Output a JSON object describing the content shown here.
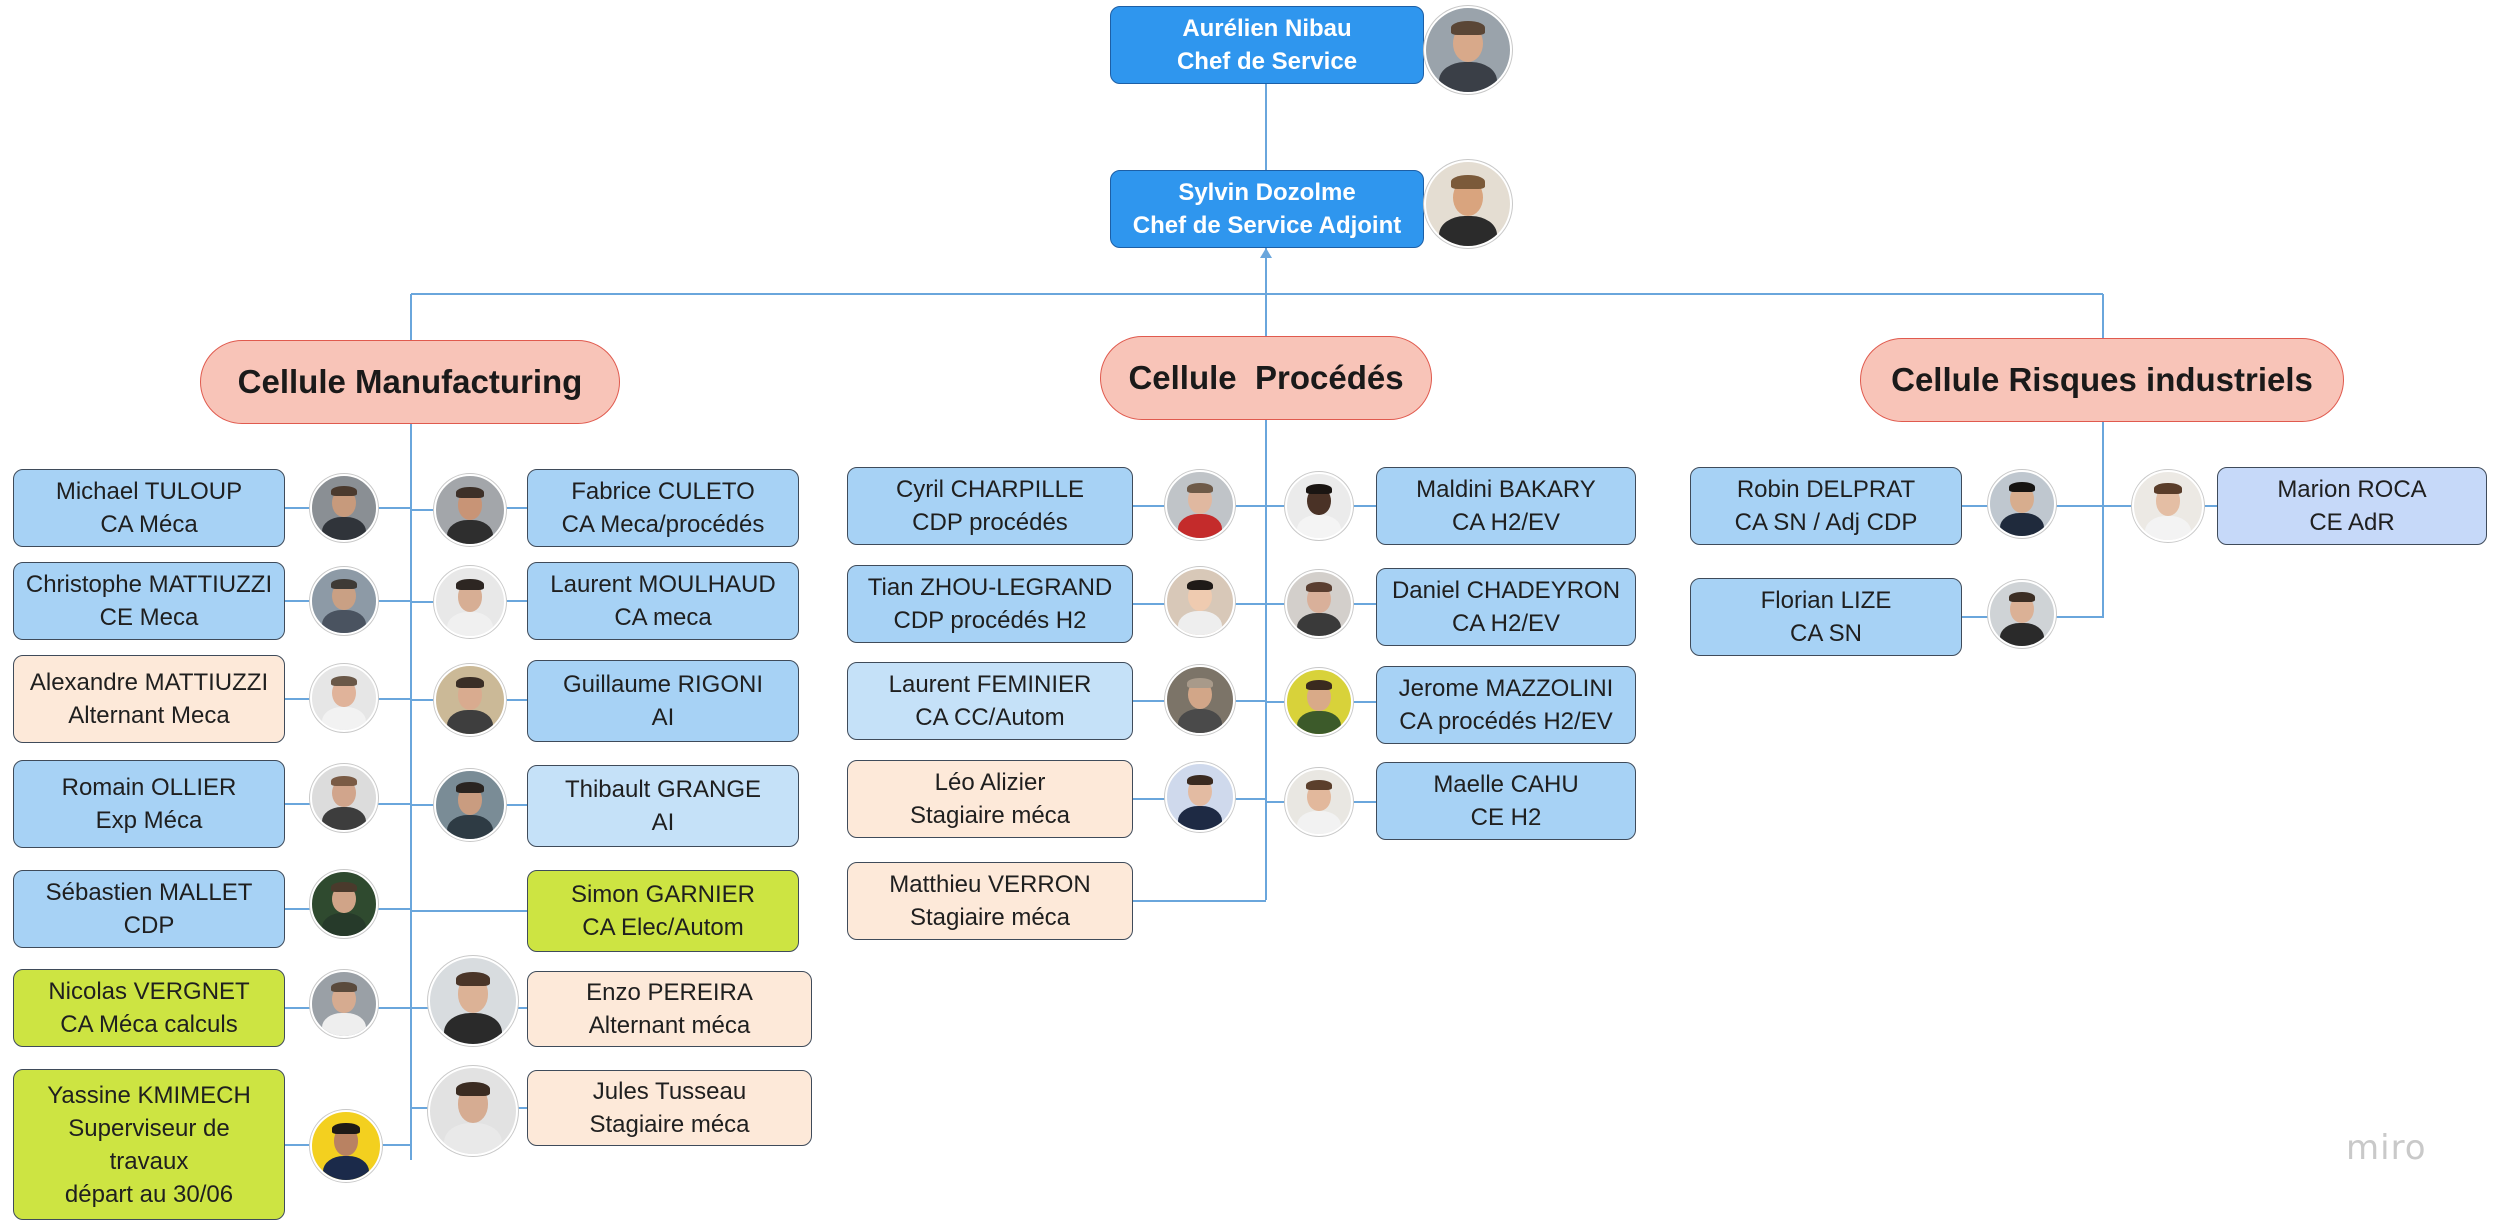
{
  "leadership": [
    {
      "id": "nibau",
      "name": "Aurélien Nibau",
      "role": "Chef de Service"
    },
    {
      "id": "dozolme",
      "name": "Sylvin Dozolme",
      "role": "Chef de Service Adjoint"
    }
  ],
  "cells": [
    {
      "id": "manufacturing",
      "label": "Cellule Manufacturing"
    },
    {
      "id": "procedes",
      "label": "Cellule  Procédés"
    },
    {
      "id": "risques",
      "label": "Cellule Risques industriels"
    }
  ],
  "members": [
    {
      "id": "m1",
      "name": "Michael TULOUP",
      "role": "CA Méca",
      "color": "blue"
    },
    {
      "id": "m2",
      "name": "Christophe MATTIUZZI",
      "role": "CE Meca",
      "color": "blue"
    },
    {
      "id": "m3",
      "name": "Alexandre MATTIUZZI",
      "role": "Alternant Meca",
      "color": "peach"
    },
    {
      "id": "m4",
      "name": "Romain OLLIER",
      "role": "Exp Méca",
      "color": "blue"
    },
    {
      "id": "m5",
      "name": "Sébastien MALLET",
      "role": "CDP",
      "color": "blue"
    },
    {
      "id": "m6",
      "name": "Nicolas VERGNET",
      "role": "CA Méca calculs",
      "color": "green"
    },
    {
      "id": "m7",
      "name": "Yassine KMIMECH",
      "role": "Superviseur de travaux départ au 30/06",
      "lines": [
        "Yassine KMIMECH",
        "Superviseur de",
        "travaux",
        "départ au 30/06"
      ],
      "color": "green"
    },
    {
      "id": "m8",
      "name": "Fabrice CULETO",
      "role": "CA Meca/procédés",
      "color": "blue"
    },
    {
      "id": "m9",
      "name": "Laurent MOULHAUD",
      "role": "CA meca",
      "color": "blue"
    },
    {
      "id": "m10",
      "name": "Guillaume RIGONI",
      "role": "AI",
      "color": "blue"
    },
    {
      "id": "m11",
      "name": "Thibault GRANGE",
      "role": "AI",
      "color": "light"
    },
    {
      "id": "m12",
      "name": "Simon GARNIER",
      "role": "CA Elec/Autom",
      "color": "green"
    },
    {
      "id": "m13",
      "name": "Enzo PEREIRA",
      "role": "Alternant méca",
      "color": "peach"
    },
    {
      "id": "m14",
      "name": "Jules Tusseau",
      "role": "Stagiaire méca",
      "color": "peach"
    },
    {
      "id": "p1",
      "name": "Cyril CHARPILLE",
      "role": "CDP procédés",
      "color": "blue"
    },
    {
      "id": "p2",
      "name": "Tian ZHOU-LEGRAND",
      "role": "CDP procédés H2",
      "color": "blue"
    },
    {
      "id": "p3",
      "name": "Laurent FEMINIER",
      "role": "CA CC/Autom",
      "color": "light"
    },
    {
      "id": "p4",
      "name": "Léo Alizier",
      "role": "Stagiaire méca",
      "color": "peach"
    },
    {
      "id": "p5",
      "name": "Matthieu VERRON",
      "role": "Stagiaire méca",
      "color": "peach"
    },
    {
      "id": "p6",
      "name": "Maldini BAKARY",
      "role": "CA H2/EV",
      "color": "blue"
    },
    {
      "id": "p7",
      "name": "Daniel CHADEYRON",
      "role": "CA H2/EV",
      "color": "blue"
    },
    {
      "id": "p8",
      "name": "Jerome MAZZOLINI",
      "role": "CA procédés H2/EV",
      "color": "blue"
    },
    {
      "id": "p9",
      "name": "Maelle CAHU",
      "role": "CE H2",
      "color": "blue"
    },
    {
      "id": "r1",
      "name": "Robin DELPRAT",
      "role": "CA SN / Adj CDP",
      "color": "blue"
    },
    {
      "id": "r2",
      "name": "Florian LIZE",
      "role": "CA SN",
      "color": "blue"
    },
    {
      "id": "r3",
      "name": "Marion ROCA",
      "role": "CE AdR",
      "color": "lavender"
    }
  ],
  "palette": {
    "blue": "#a7d2f5",
    "light": "#c5e1f8",
    "peach": "#fde9d9",
    "green": "#cde442",
    "lavender": "#c6d9f9",
    "leader": "#2f96ee",
    "cell_fill": "#f8c4b8",
    "cell_border": "#e05a4e",
    "connector": "#6aa6dc"
  },
  "watermark": "miro"
}
